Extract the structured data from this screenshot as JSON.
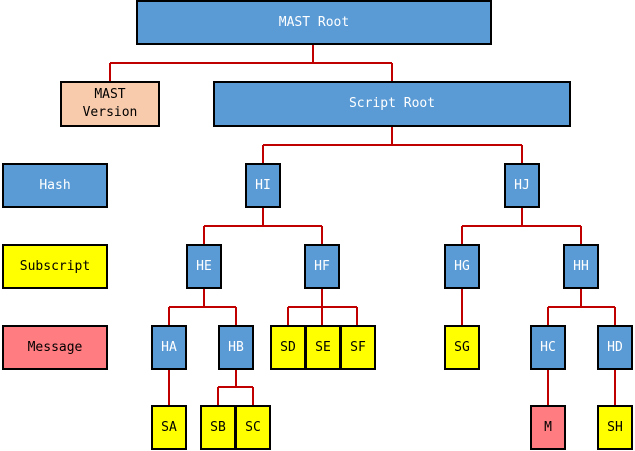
{
  "colors": {
    "hash": "#5b9bd5",
    "version": "#f8cbad",
    "subscript": "#ffff00",
    "message": "#ff7c80",
    "edge": "#c00000"
  },
  "legend": {
    "hash": "Hash",
    "subscript": "Subscript",
    "message": "Message"
  },
  "nodes": {
    "mast_root": "MAST Root",
    "mast_version": "MAST\nVersion",
    "script_root": "Script Root",
    "HI": "HI",
    "HJ": "HJ",
    "HE": "HE",
    "HF": "HF",
    "HG": "HG",
    "HH": "HH",
    "HA": "HA",
    "HB": "HB",
    "HC": "HC",
    "HD": "HD",
    "SD": "SD",
    "SE": "SE",
    "SF": "SF",
    "SG": "SG",
    "SA": "SA",
    "SB": "SB",
    "SC": "SC",
    "M": "M",
    "SH": "SH"
  }
}
